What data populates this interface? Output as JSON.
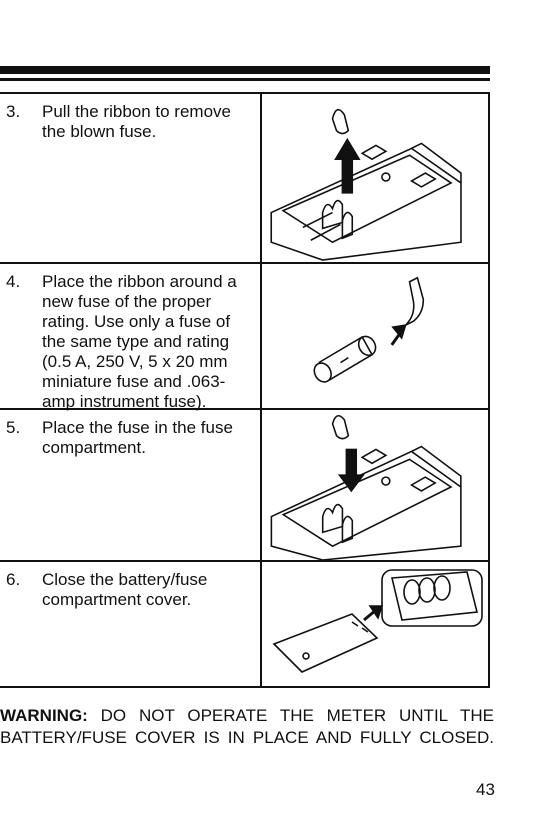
{
  "steps": [
    {
      "number": "3.",
      "text": "Pull the ribbon to remove the blown fuse.",
      "figure_icon": "fuse-ribbon-pull-icon"
    },
    {
      "number": "4.",
      "text": "Place the ribbon around a new fuse of the proper rating. Use only a fuse of the same type and rating (0.5 A, 250 V, 5 x 20 mm miniature fuse and .063-amp instrument fuse).",
      "figure_icon": "fuse-with-ribbon-icon"
    },
    {
      "number": "5.",
      "text": "Place the fuse in the fuse compartment.",
      "figure_icon": "fuse-insert-icon"
    },
    {
      "number": "6.",
      "text": "Close the battery/fuse compartment cover.",
      "figure_icon": "compartment-cover-icon"
    }
  ],
  "warning": {
    "label": "WARNING:",
    "text": "DO NOT OPERATE THE METER UNTIL THE BATTERY/FUSE COVER IS IN PLACE AND FULLY CLOSED."
  },
  "page_number": "43"
}
